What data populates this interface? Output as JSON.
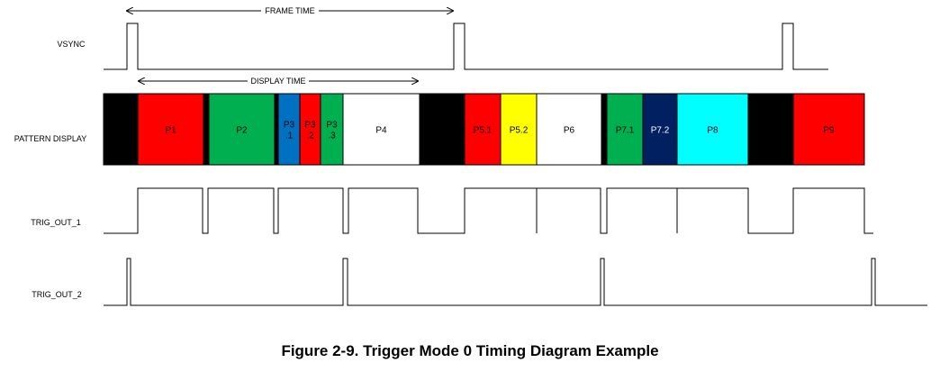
{
  "caption": "Figure 2-9. Trigger Mode 0 Timing Diagram Example",
  "signals": {
    "vsync": "VSYNC",
    "pattern_display": "PATTERN DISPLAY",
    "trig_out_1": "TRIG_OUT_1",
    "trig_out_2": "TRIG_OUT_2"
  },
  "dimensions": {
    "frame_time": "FRAME TIME",
    "display_time": "DISPLAY TIME"
  },
  "segments": [
    {
      "label": "",
      "fill": "#000000",
      "text_color": "#ffffff"
    },
    {
      "label": "P1",
      "fill": "#ff0000",
      "text_color": "#000000"
    },
    {
      "label": "",
      "fill": "#000000",
      "text_color": "#ffffff"
    },
    {
      "label": "P2",
      "fill": "#00b050",
      "text_color": "#000000"
    },
    {
      "label": "",
      "fill": "#000000",
      "text_color": "#ffffff"
    },
    {
      "label": "P3\n.1",
      "fill": "#0070c0",
      "text_color": "#000000"
    },
    {
      "label": "P3\n.2",
      "fill": "#ff0000",
      "text_color": "#000000"
    },
    {
      "label": "P3\n.3",
      "fill": "#00b050",
      "text_color": "#000000"
    },
    {
      "label": "P4",
      "fill": "#ffffff",
      "text_color": "#000000"
    },
    {
      "label": "",
      "fill": "#000000",
      "text_color": "#ffffff"
    },
    {
      "label": "P5.1",
      "fill": "#ff0000",
      "text_color": "#000000"
    },
    {
      "label": "P5.2",
      "fill": "#ffff00",
      "text_color": "#000000"
    },
    {
      "label": "P6",
      "fill": "#ffffff",
      "text_color": "#000000"
    },
    {
      "label": "",
      "fill": "#000000",
      "text_color": "#ffffff"
    },
    {
      "label": "P7.1",
      "fill": "#00b050",
      "text_color": "#000000"
    },
    {
      "label": "P7.2",
      "fill": "#002060",
      "text_color": "#ffffff"
    },
    {
      "label": "P8",
      "fill": "#00ffff",
      "text_color": "#000000"
    },
    {
      "label": "",
      "fill": "#000000",
      "text_color": "#ffffff"
    },
    {
      "label": "P9",
      "fill": "#ff0000",
      "text_color": "#000000"
    }
  ]
}
